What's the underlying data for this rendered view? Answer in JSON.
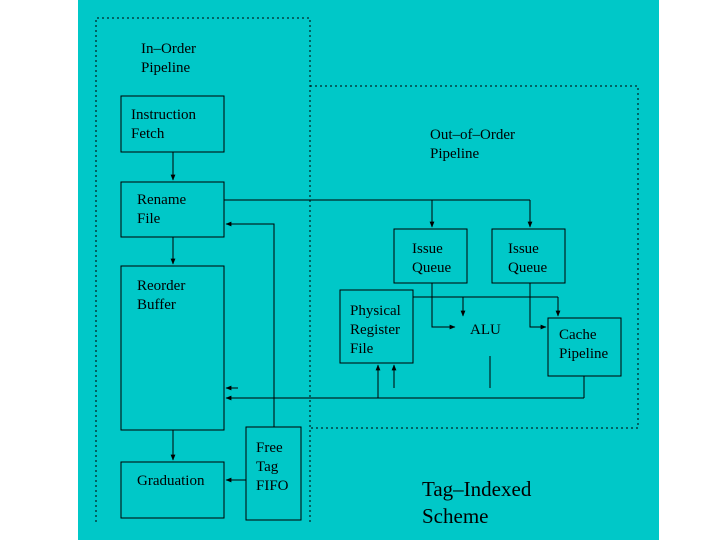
{
  "colors": {
    "panel_background": "#00c8c8",
    "ink": "#000000"
  },
  "diagram": {
    "in_order_region": {
      "label": "In–Order\nPipeline"
    },
    "out_of_order_region": {
      "label": "Out–of–Order\nPipeline"
    },
    "instruction_fetch": {
      "label": "Instruction\nFetch"
    },
    "rename_file": {
      "label": "Rename\nFile"
    },
    "reorder_buffer": {
      "label": "Reorder\nBuffer"
    },
    "graduation": {
      "label": "Graduation"
    },
    "free_tag_fifo": {
      "label": "Free\nTag\nFIFO"
    },
    "issue_queue_1": {
      "label": "Issue\nQueue"
    },
    "issue_queue_2": {
      "label": "Issue\nQueue"
    },
    "physical_register_file": {
      "label": "Physical\nRegister\nFile"
    },
    "alu": {
      "label": "ALU"
    },
    "cache_pipeline": {
      "label": "Cache\nPipeline"
    },
    "scheme_caption": {
      "label": "Tag–Indexed\nScheme"
    }
  }
}
